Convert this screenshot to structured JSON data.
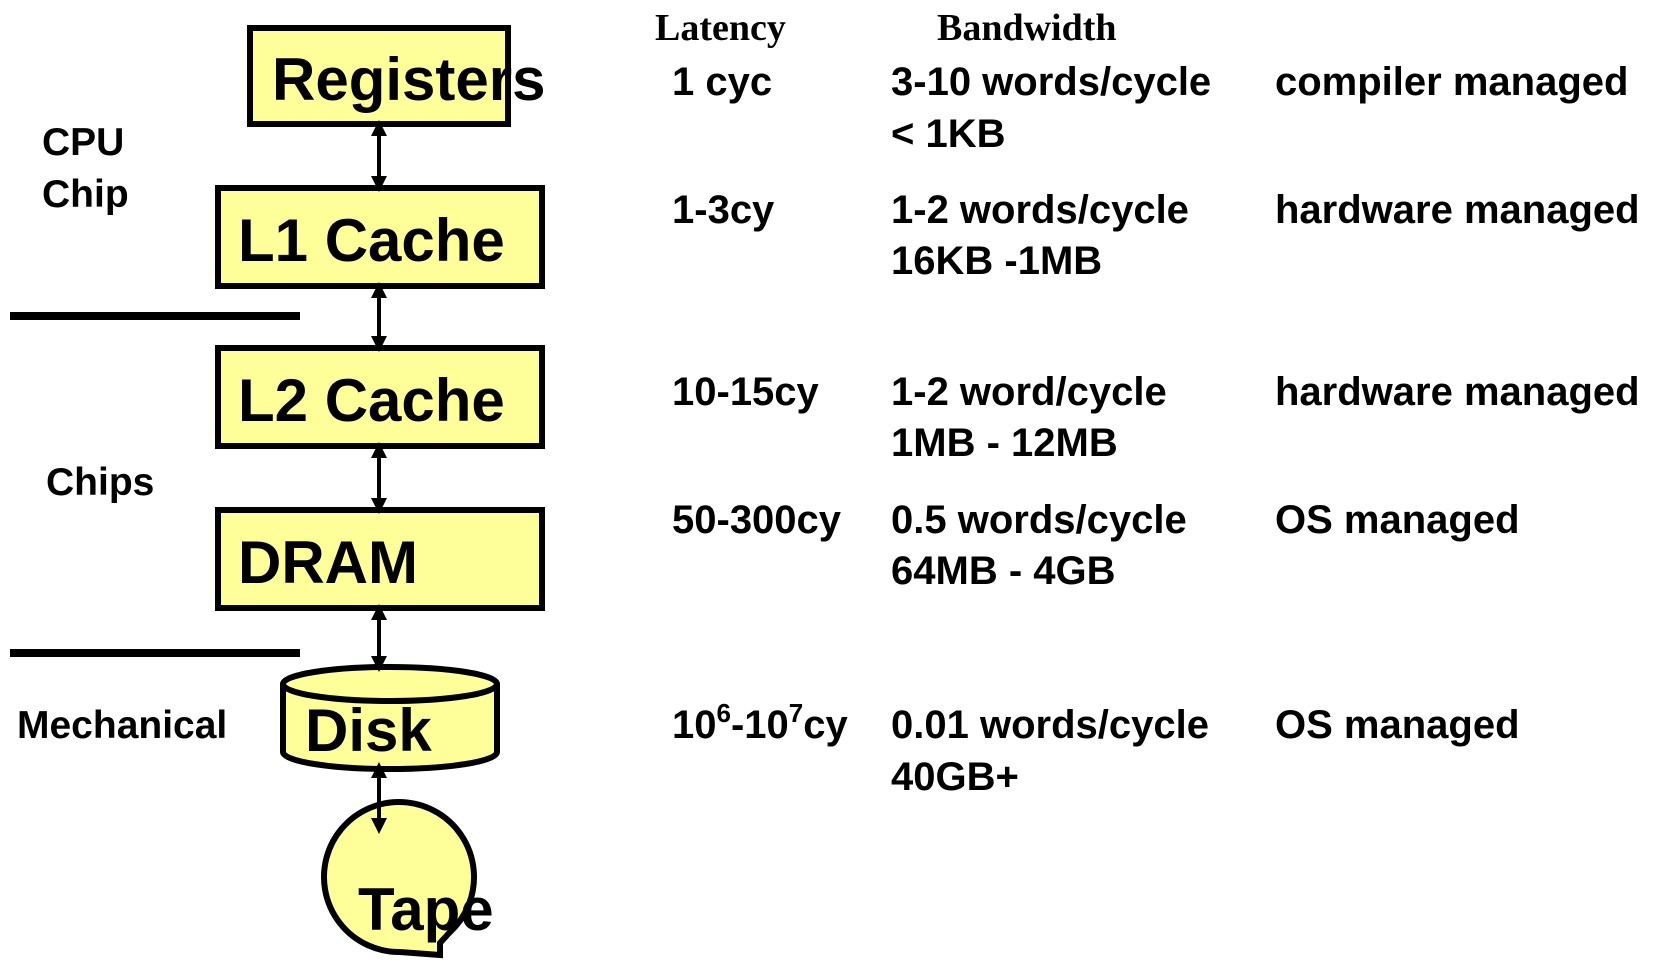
{
  "headers": {
    "latency": "Latency",
    "bandwidth": "Bandwidth"
  },
  "side_labels": {
    "cpu_line1": "CPU",
    "cpu_line2": "Chip",
    "chips": "Chips",
    "mechanical": "Mechanical"
  },
  "levels": [
    {
      "name": "Registers",
      "latency": "1 cyc",
      "bw_line1": "3-10 words/cycle",
      "bw_line2": "< 1KB",
      "managed": "compiler managed"
    },
    {
      "name": "L1 Cache",
      "latency": "1-3cy",
      "bw_line1": "1-2 words/cycle",
      "bw_line2": "16KB -1MB",
      "managed": "hardware managed"
    },
    {
      "name": "L2 Cache",
      "latency": "10-15cy",
      "bw_line1": "1-2 word/cycle",
      "bw_line2": "1MB - 12MB",
      "managed": "hardware managed"
    },
    {
      "name": "DRAM",
      "latency": "50-300cy",
      "bw_line1": "0.5 words/cycle",
      "bw_line2": "64MB - 4GB",
      "managed": "OS managed"
    },
    {
      "name": "Disk",
      "latency_base1": "10",
      "latency_exp1": "6",
      "latency_sep": "-10",
      "latency_exp2": "7",
      "latency_unit": "cy",
      "bw_line1": "0.01 words/cycle",
      "bw_line2": "40GB+",
      "managed": "OS managed"
    },
    {
      "name": "Tape"
    }
  ],
  "colors": {
    "box_fill": "#ffff99",
    "stroke": "#000000"
  }
}
